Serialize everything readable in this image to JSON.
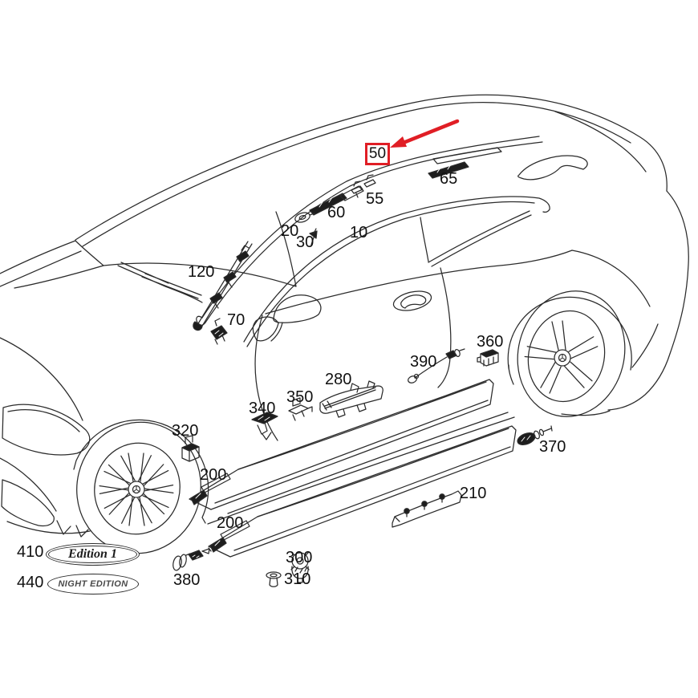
{
  "canvas": {
    "background": "#ffffff",
    "line_color": "#2b2b2b",
    "accent_red": "#e01e25"
  },
  "callout": {
    "part_number": "50",
    "style": "red-box-with-arrow"
  },
  "part_labels": [
    {
      "part": "65"
    },
    {
      "part": "55"
    },
    {
      "part": "60"
    },
    {
      "part": "20"
    },
    {
      "part": "30"
    },
    {
      "part": "10"
    },
    {
      "part": "120"
    },
    {
      "part": "70"
    },
    {
      "part": "360"
    },
    {
      "part": "390"
    },
    {
      "part": "280"
    },
    {
      "part": "350"
    },
    {
      "part": "340"
    },
    {
      "part": "320"
    },
    {
      "part": "200"
    },
    {
      "part": "200"
    },
    {
      "part": "210"
    },
    {
      "part": "370"
    },
    {
      "part": "300"
    },
    {
      "part": "310"
    },
    {
      "part": "380"
    },
    {
      "part": "410"
    },
    {
      "part": "440"
    }
  ],
  "badges": {
    "edition1": {
      "part": "410",
      "text": "Edition 1"
    },
    "night_edition": {
      "part": "440",
      "text": "NIGHT EDITION"
    }
  }
}
